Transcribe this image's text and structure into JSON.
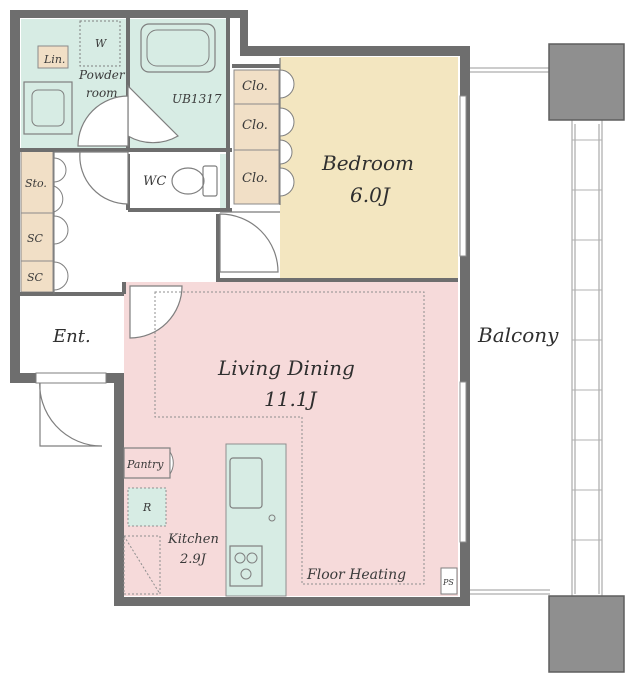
{
  "plan": {
    "rooms": {
      "lin": "Lin.",
      "w": "W",
      "powder_line1": "Powder",
      "powder_line2": "room",
      "ub": "UB1317",
      "clo1": "Clo.",
      "clo2": "Clo.",
      "clo3": "Clo.",
      "bedroom_name": "Bedroom",
      "bedroom_size": "6.0J",
      "sto": "Sto.",
      "sc1": "SC",
      "sc2": "SC",
      "wc": "WC",
      "ent": "Ent.",
      "living_name": "Living Dining",
      "living_size": "11.1J",
      "balcony": "Balcony",
      "pantry": "Pantry",
      "r": "R",
      "kitchen_name": "Kitchen",
      "kitchen_size": "2.9J",
      "floor_heating": "Floor Heating",
      "ps": "PS"
    },
    "colors": {
      "wall": "#6e6e6e",
      "bedroom": "#f3e6c0",
      "living": "#f6dada",
      "wet": "#d7ece4",
      "storage": "#f1dfc6",
      "column": "#8f8f8f"
    }
  }
}
